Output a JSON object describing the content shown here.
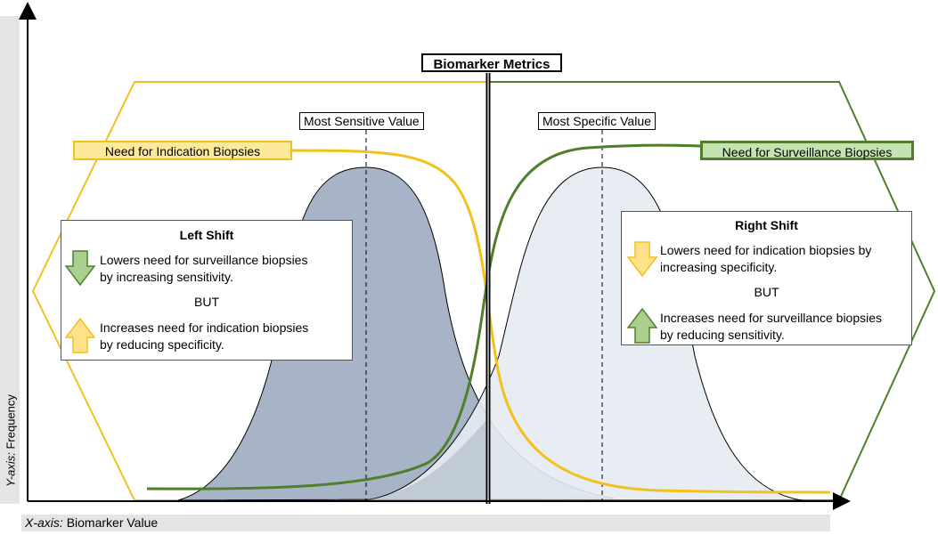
{
  "title": "Biomarker Metrics",
  "axes": {
    "y_prefix": "Y-axis:",
    "y_label": "Frequency",
    "x_prefix": "X-axis:",
    "x_label": "Biomarker Value"
  },
  "markers": {
    "most_sensitive": "Most Sensitive Value",
    "most_specific": "Most Specific Value"
  },
  "needs": {
    "indication": "Need for Indication Biopsies",
    "surveillance": "Need for Surveillance Biopsies"
  },
  "left_shift": {
    "title": "Left Shift",
    "point1": [
      "Lowers need for surveillance biopsies",
      "by increasing sensitivity."
    ],
    "but": "BUT",
    "point2": [
      "Increases need for indication biopsies",
      "by reducing specificity."
    ]
  },
  "right_shift": {
    "title": "Right Shift",
    "point1": [
      "Lowers need for indication biopsies by",
      "increasing specificity."
    ],
    "but": "BUT",
    "point2": [
      "Increases need for surveillance biopsies",
      "by reducing sensitivity."
    ]
  },
  "colors": {
    "indication": "#f3c11c",
    "surveillance": "#4f7f2b",
    "left_distribution": "#a7b4c7",
    "right_distribution": "#e5ebf2",
    "arrow_down_fill": "#a9d08e",
    "arrow_up_fill": "#fde28a"
  }
}
